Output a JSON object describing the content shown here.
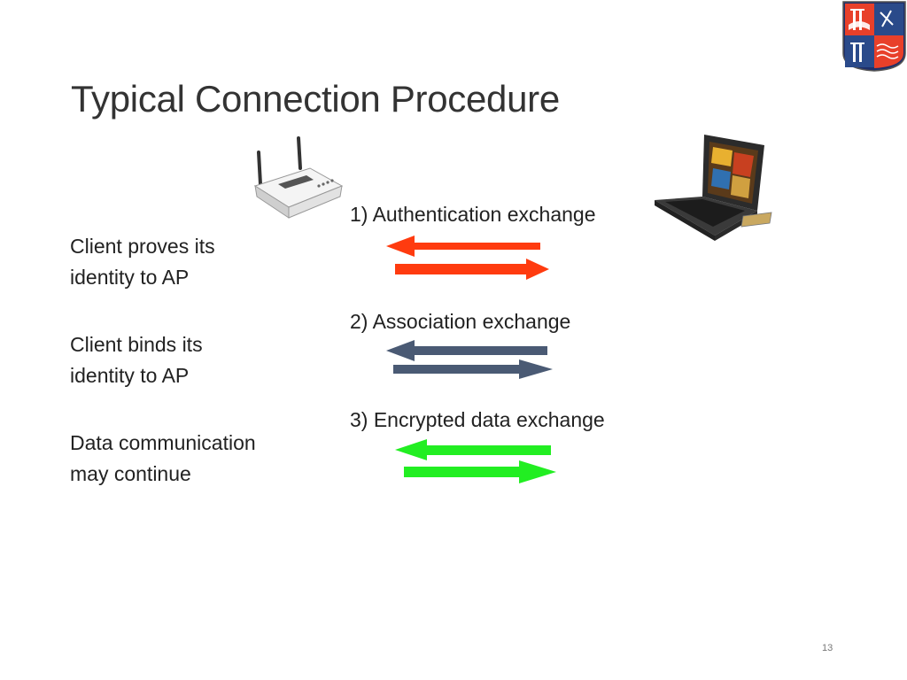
{
  "slide": {
    "title": "Typical Connection Procedure",
    "page_number": "13"
  },
  "descriptions": [
    {
      "line1": "Client proves its",
      "line2": "identity to AP"
    },
    {
      "line1": "Client binds its",
      "line2": "identity to AP"
    },
    {
      "line1": "Data communication",
      "line2": "may continue"
    }
  ],
  "steps": [
    {
      "label": "1) Authentication exchange",
      "color": "#ff3b0f"
    },
    {
      "label": "2) Association exchange",
      "color": "#4a5a74"
    },
    {
      "label": "3) Encrypted data exchange",
      "color": "#22ee22"
    }
  ],
  "icons": {
    "logo": "university-crest-icon",
    "access_point": "wireless-router-icon",
    "client": "laptop-icon"
  },
  "colors": {
    "logo_red": "#e8402a",
    "logo_blue": "#2a4a8a"
  }
}
